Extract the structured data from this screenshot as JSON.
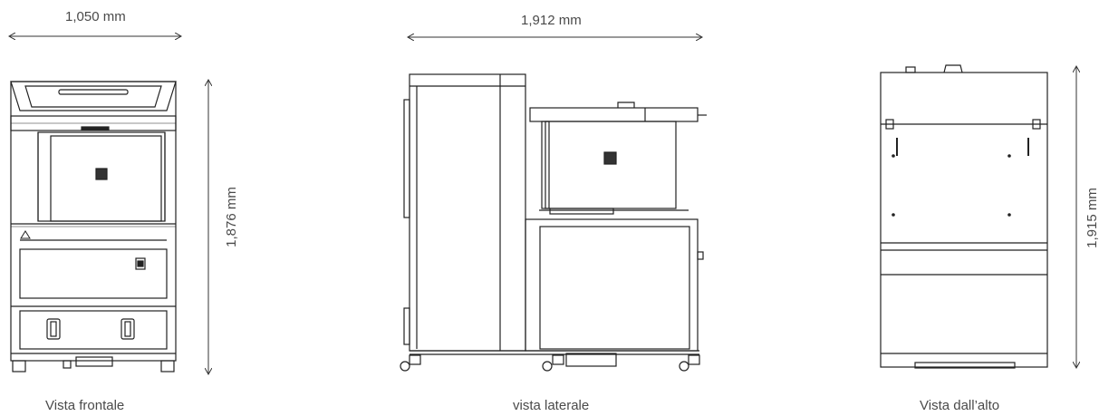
{
  "views": {
    "front": {
      "caption": "Vista frontale",
      "width_label": "1,050 mm",
      "height_label": "1,876 mm"
    },
    "side": {
      "caption": "vista laterale",
      "width_label": "1,912 mm"
    },
    "top": {
      "caption": "Vista dall’alto",
      "height_label": "1,915 mm"
    }
  }
}
